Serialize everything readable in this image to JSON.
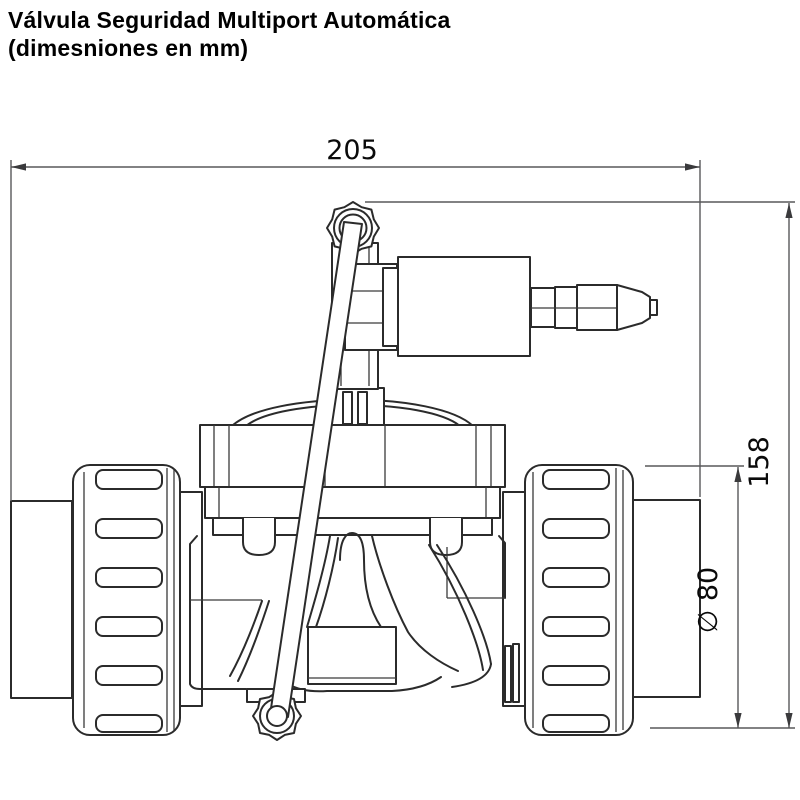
{
  "title": {
    "line1": "Válvula Seguridad Multiport Automática",
    "line2": "(dimesniones en mm)"
  },
  "dimensions": {
    "overall_width": "205",
    "overall_height": "158",
    "diameter": "∅ 80"
  },
  "colors": {
    "background": "#ffffff",
    "drawing_line": "#2b2b2b",
    "dimension_line": "#58585a",
    "text": "#000000"
  }
}
